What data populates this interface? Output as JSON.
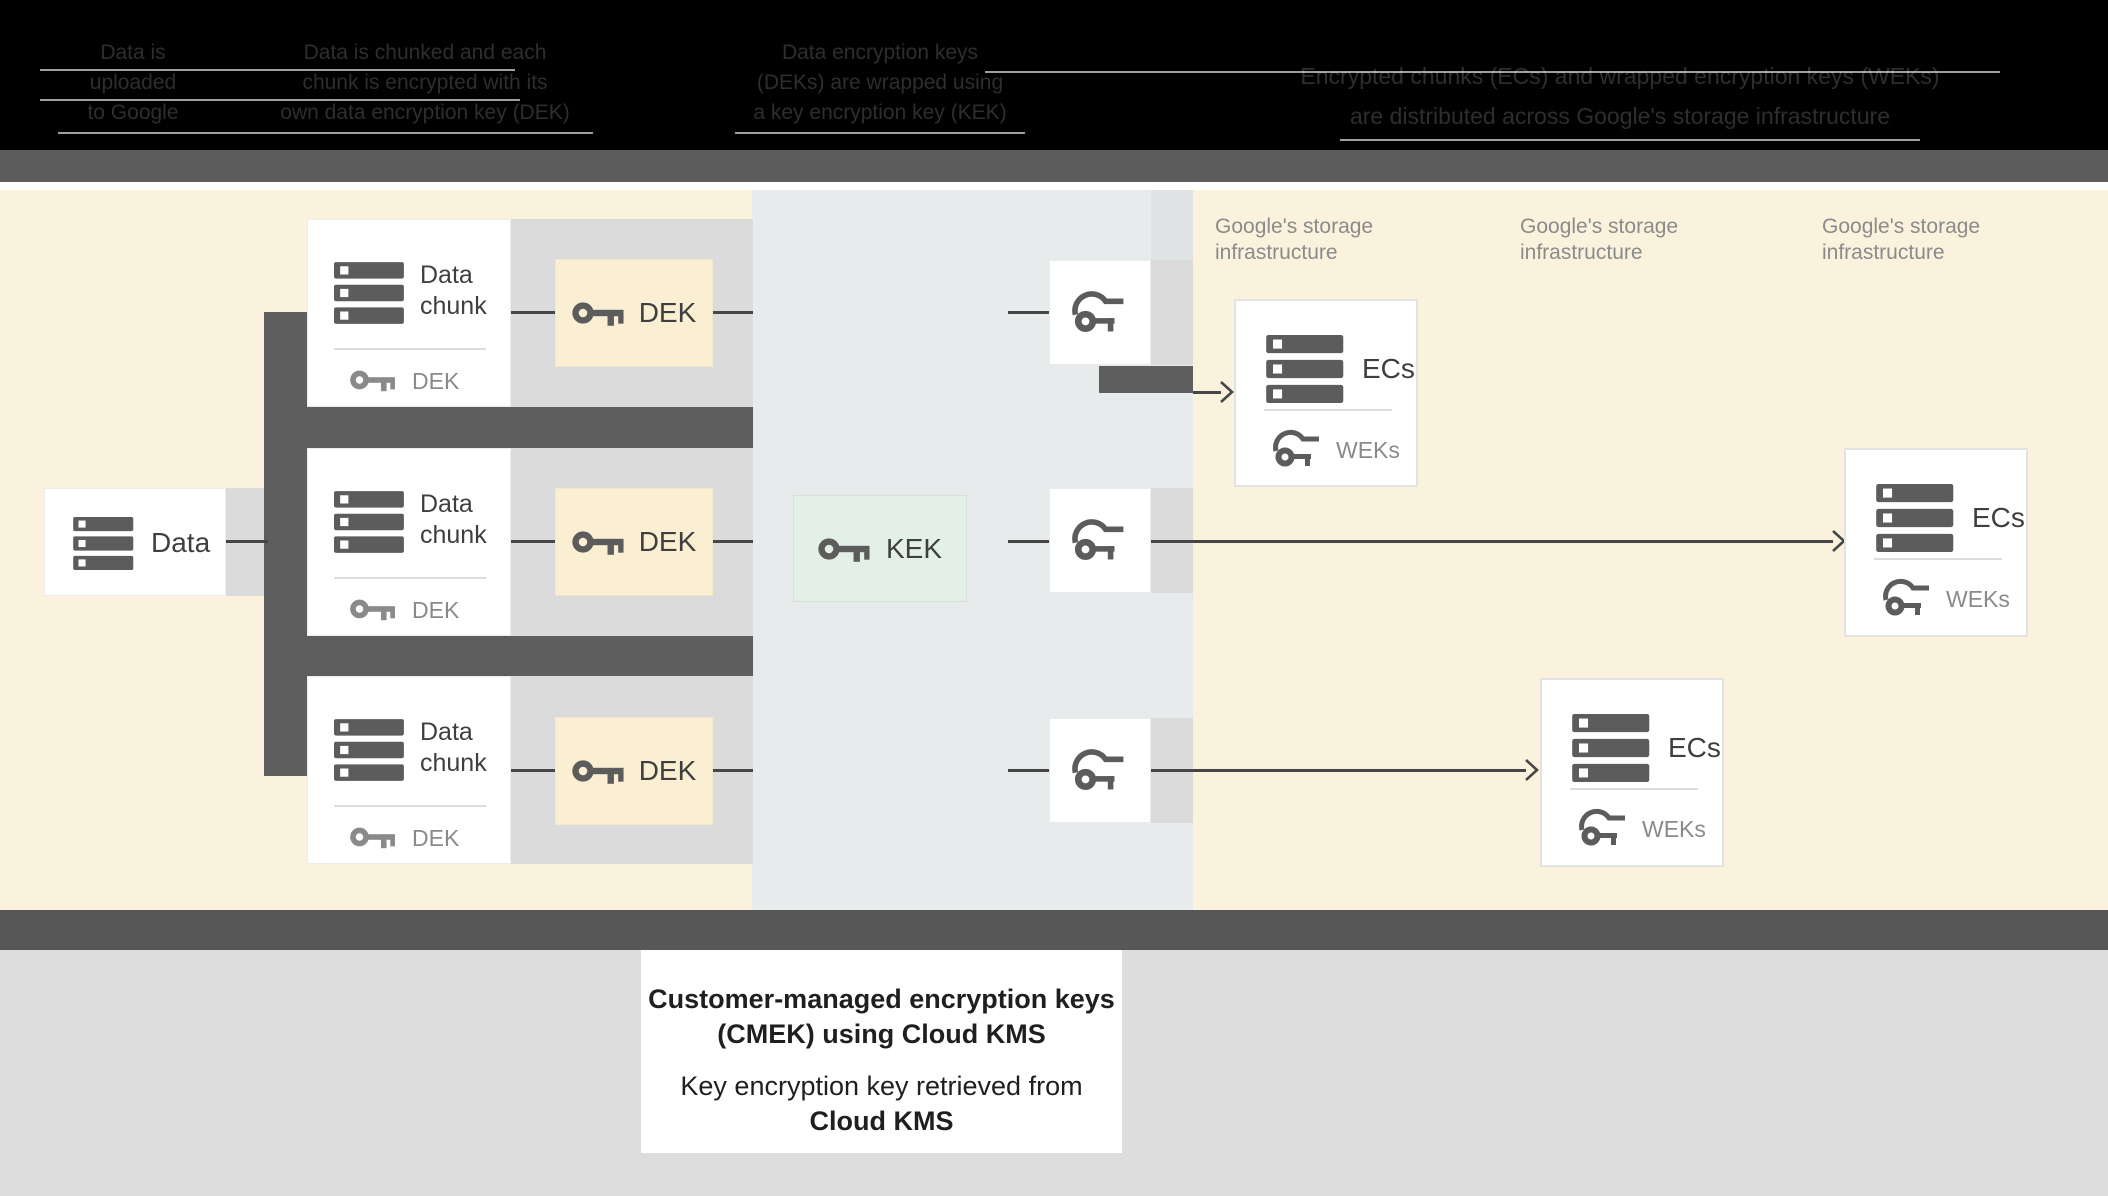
{
  "header": {
    "col1": {
      "line1": "Data is",
      "line2": "uploaded",
      "line3": "to Google"
    },
    "col2": {
      "line1": "Data is chunked and each",
      "line2": "chunk is encrypted with its",
      "line3": "own data encryption key (DEK)"
    },
    "col3": {
      "line1": "Data encryption keys",
      "line2": "(DEKs) are wrapped using",
      "line3": "a key encryption key (KEK)"
    },
    "col4": {
      "line1": "Encrypted chunks (ECs) and wrapped encryption keys (WEKs)",
      "line2": "are distributed across Google's storage infrastructure"
    }
  },
  "diagram": {
    "data_box_label": "Data",
    "chunk_title_l1": "Data",
    "chunk_title_l2": "chunk",
    "chunk_key_label": "DEK",
    "dek_label": "DEK",
    "kek_label": "KEK",
    "ecs_label": "ECs",
    "weks_label": "WEKs",
    "storage_label_l1": "Google's storage",
    "storage_label_l2": "infrastructure"
  },
  "caption": {
    "line1": "Customer-managed encryption keys",
    "line2": "(CMEK) using Cloud KMS",
    "line3": "Key encryption key retrieved from",
    "line4": "Cloud KMS"
  },
  "colors": {
    "cream": "#faf2dc",
    "dek_yellow": "#faefd2",
    "kek_mint": "#e3f0e7",
    "kms_blue_gray": "#e8ebec",
    "strip_gray": "#dbdbdb",
    "connector_dark": "#5e5e5e",
    "header_black": "#000000",
    "bottom_gray": "#dddddd"
  }
}
